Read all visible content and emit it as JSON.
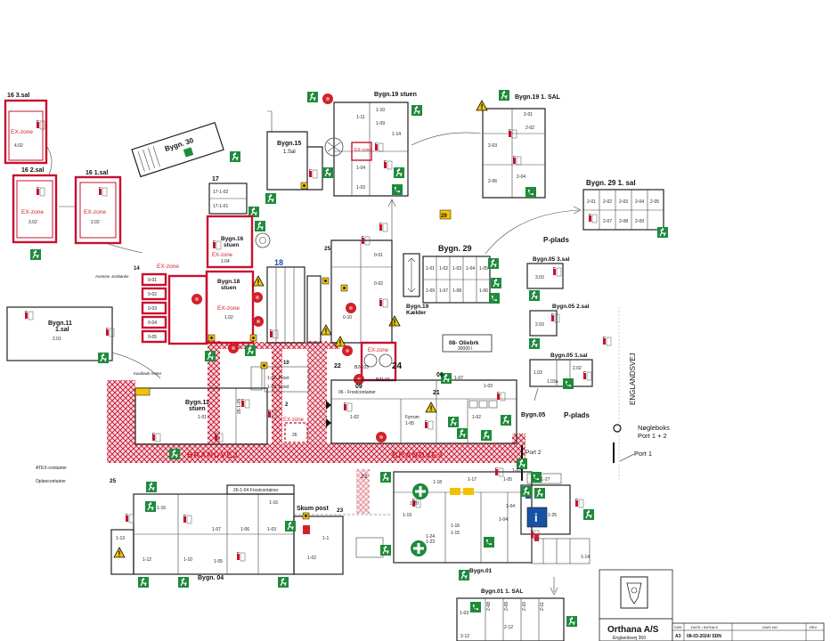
{
  "buildings": {
    "b16_3sal": "16  3.sal",
    "b16_2sal": "16  2.sal",
    "b16_1sal": "16  1.sal",
    "b30": "Bygn. 30",
    "b15": "Bygn.15",
    "b15_sub": "1.Sal",
    "b19_stuen": "Bygn.19 stuen",
    "b19_1sal": "Bygn.19 1. SAL",
    "b29_1sal": "Bygn. 29 1. sal",
    "b29": "Bygn. 29",
    "b19_kaelder": "Bygn.19\nKælder",
    "b16_stuen": "Bygn.16\nstuen",
    "b18_stuen": "Bygn.18\nstuen",
    "b11_1sal": "Bygn.11\n1.sal",
    "b11_stuen": "Bygn.11\nstuen",
    "b05_3sal": "Bygn.05 3.sal",
    "b05_2sal": "Bygn.05 2.sal",
    "b05_1sal": "Bygn.05 1.sal",
    "b05": "Bygn.05",
    "b04": "Bygn. 04",
    "b01": "Bygn.01",
    "b01_1sal": "Bygn.01 1. SAL",
    "b08": "08- Oliebrk",
    "b24": "24",
    "b21": "21",
    "b17": "17",
    "b18": "18",
    "b25": "25",
    "b22": "22",
    "b23": "23",
    "b06": "06",
    "b09": "09",
    "b10": "10",
    "b02": "2"
  },
  "labels": {
    "ex_zone": "EX-zone",
    "p_plads": "P-plads",
    "englandsvej": "ENGLANDSVEJ",
    "brandvej": "BRANDVEJ",
    "skum_post": "Skum post",
    "noegleboks": "Nøgleboks",
    "port_12": "Port 1 + 2",
    "port_1": "Port 1",
    "port_2": "Port 2",
    "kaolitank": "Kaolitank rester",
    "aceton": "Acetone Jordtanke"
  },
  "title_block": {
    "company": "Orthana A/S",
    "address": "Englandsvej 350",
    "size_h": "SIZE",
    "size_v": "A3",
    "date_h": "DATE / INITIALS",
    "date_v": "08-03-2024/ SDN",
    "dwg_h": "DWG NO",
    "rev_h": "REV"
  },
  "colors": {
    "fire_red": "#c8102e",
    "exit_green": "#1f8a3b",
    "warning_yellow": "#f2c200",
    "info_blue": "#1552a6"
  }
}
